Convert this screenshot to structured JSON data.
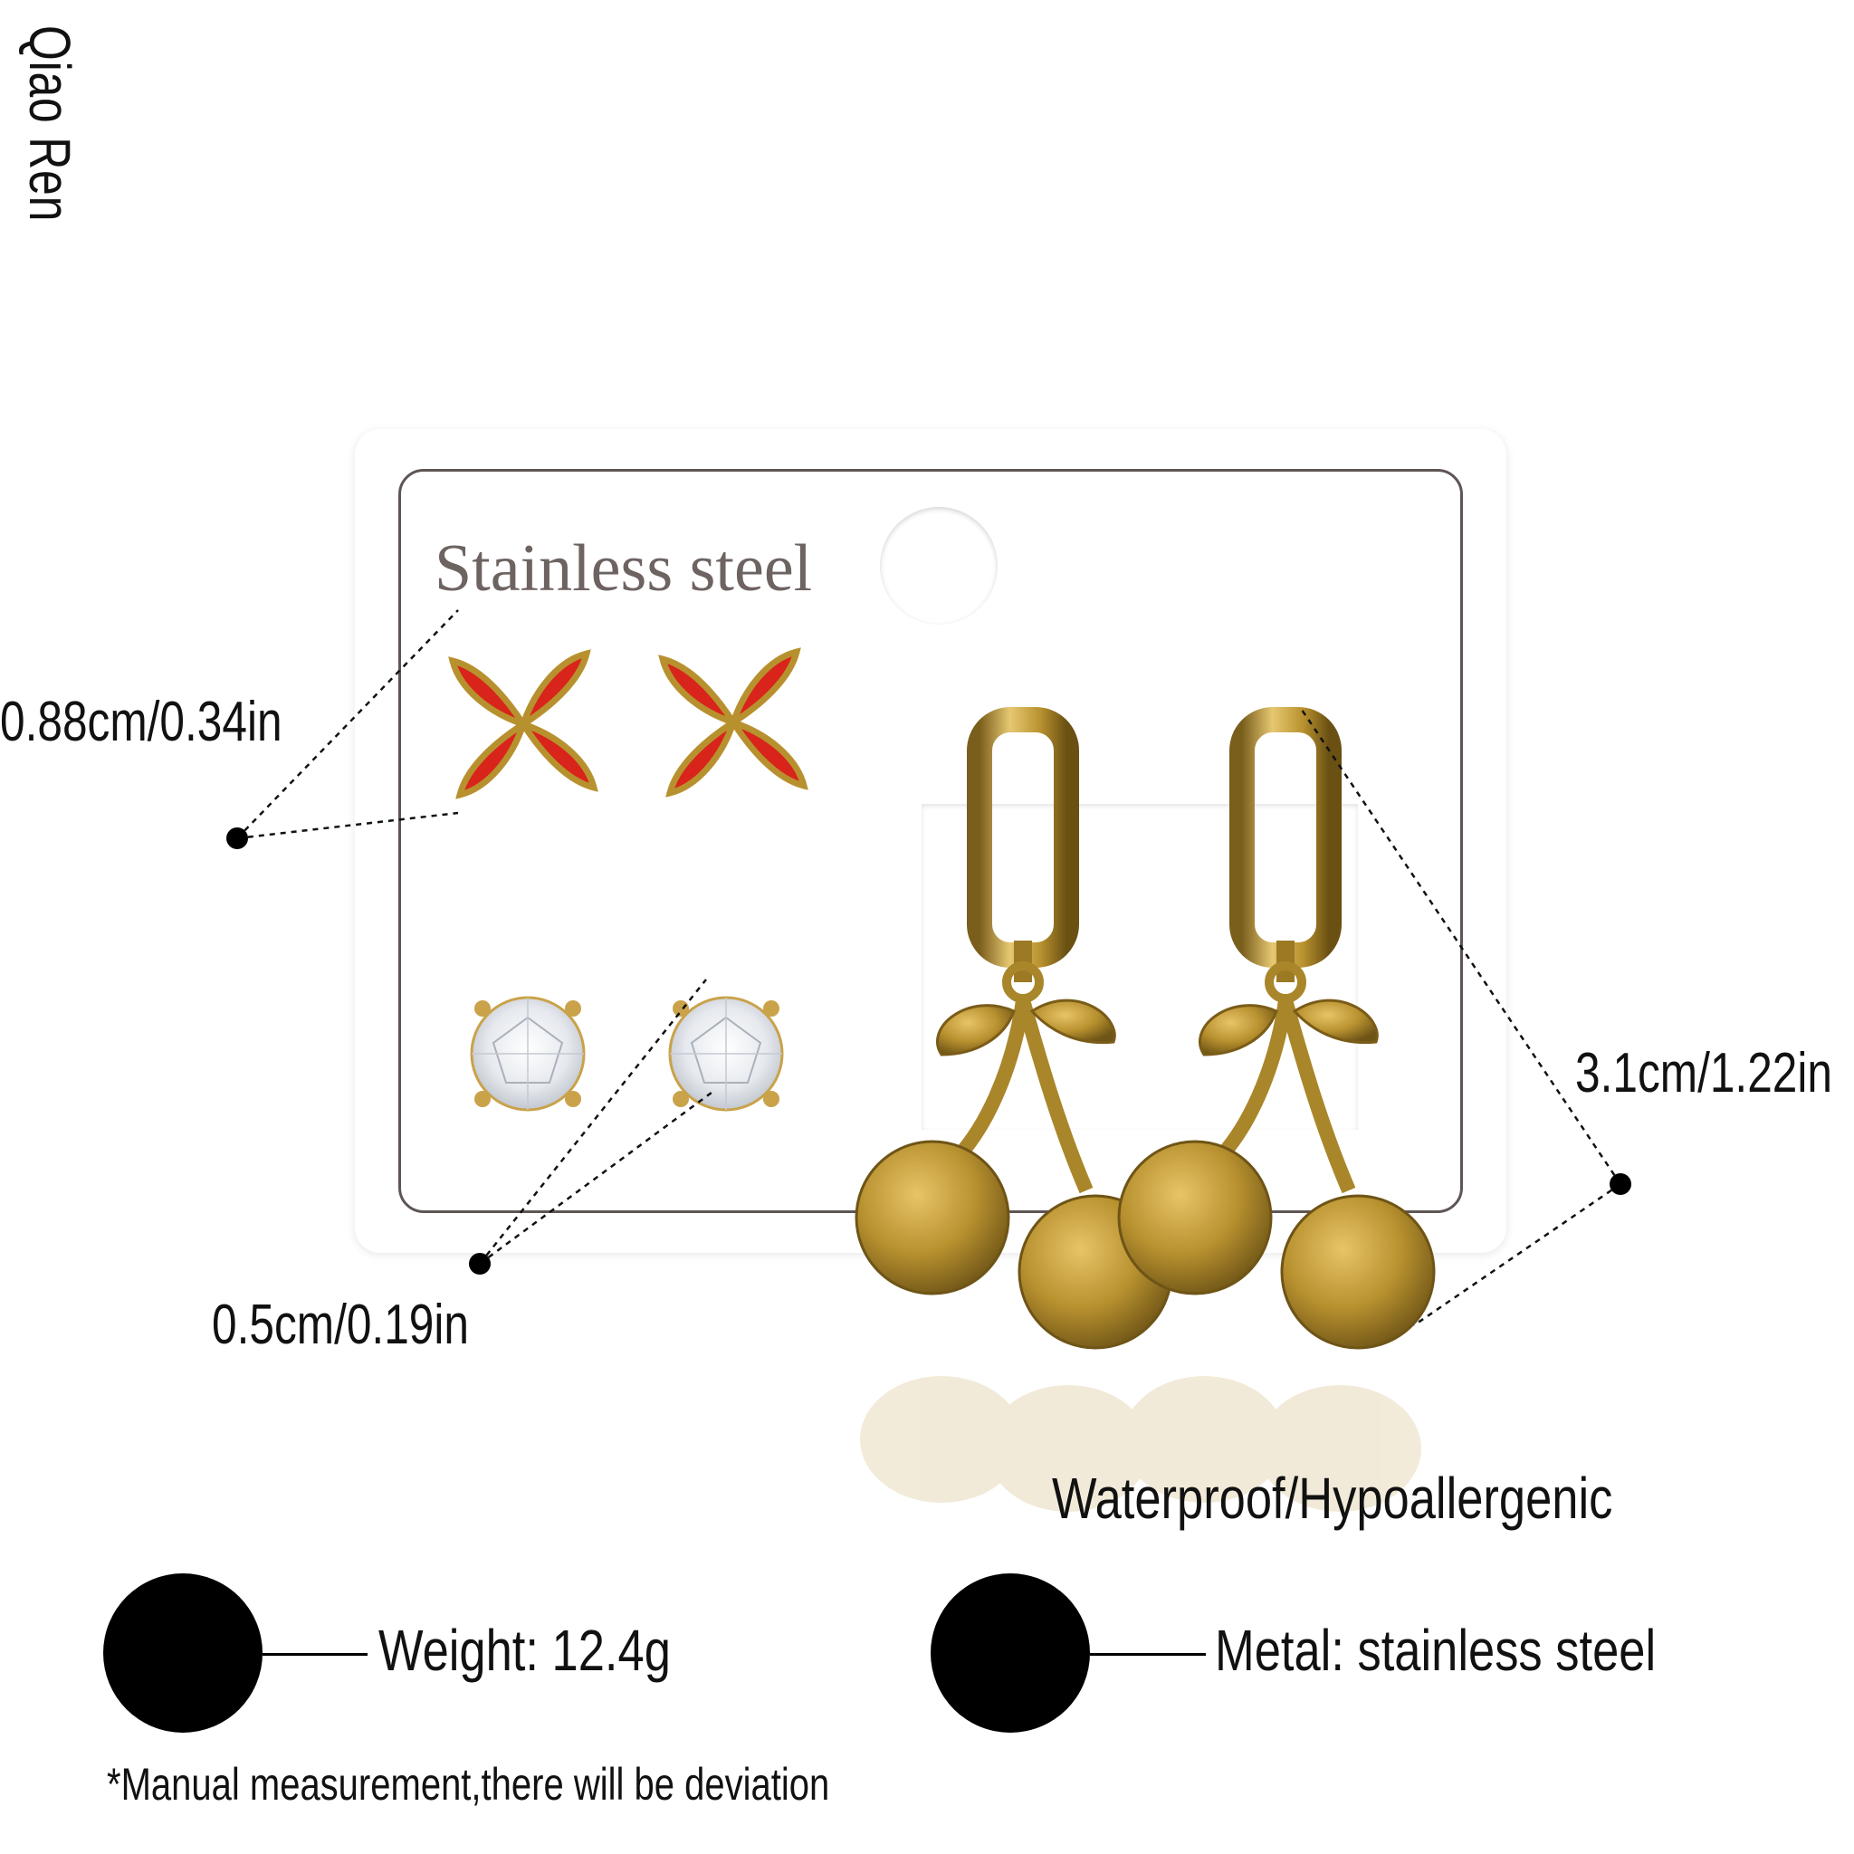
{
  "brand": "Qiao Ren",
  "card": {
    "title": "Stainless steel"
  },
  "measurements": {
    "flower": "0.88cm/0.34in",
    "stud": "0.5cm/0.19in",
    "cherry": "3.1cm/1.22in"
  },
  "features": "Waterproof/Hypoallergenic",
  "specs": {
    "weight": "Weight: 12.4g",
    "metal": "Metal:  stainless steel"
  },
  "note": "*Manual measurement,there will be deviation",
  "colors": {
    "gold": "#b8912f",
    "enamel_red": "#d8241a",
    "text": "#111111",
    "card_text": "#6d6361"
  }
}
